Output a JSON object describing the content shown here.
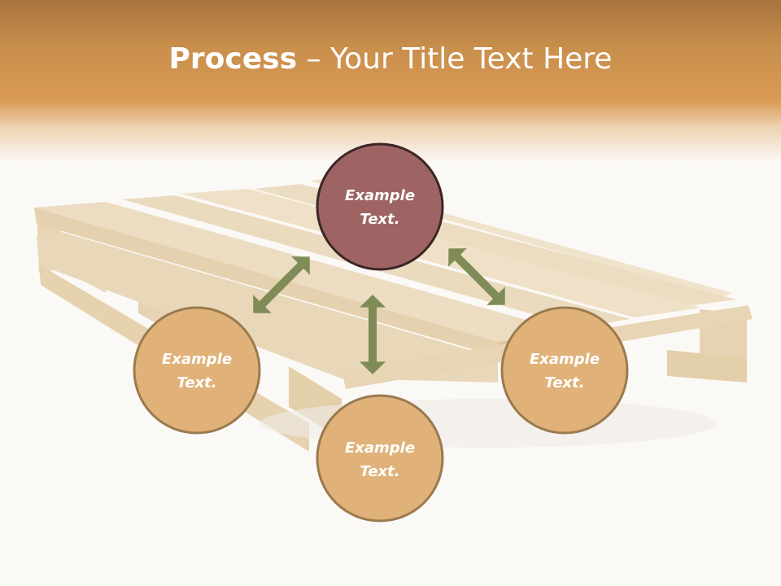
{
  "slide": {
    "title_bold": "Process",
    "title_dash": " – ",
    "title_rest": "Your Title Text Here"
  },
  "nodes": [
    {
      "id": "top",
      "line1": "Example",
      "line2": "Text.",
      "fill": "#9d6463",
      "stroke": "#3c2627"
    },
    {
      "id": "left",
      "line1": "Example",
      "line2": "Text.",
      "fill": "#e0b27a",
      "stroke": "#9a7a4e"
    },
    {
      "id": "bottom",
      "line1": "Example",
      "line2": "Text.",
      "fill": "#e0b27a",
      "stroke": "#9a7a4e"
    },
    {
      "id": "right",
      "line1": "Example",
      "line2": "Text.",
      "fill": "#e0b27a",
      "stroke": "#9a7a4e"
    }
  ],
  "colors": {
    "arrow": "#7f8c57",
    "header": "#d99a55",
    "background": "#fbf9f6",
    "wood": "#ecdcc0"
  },
  "background_image": "wooden-pallet"
}
